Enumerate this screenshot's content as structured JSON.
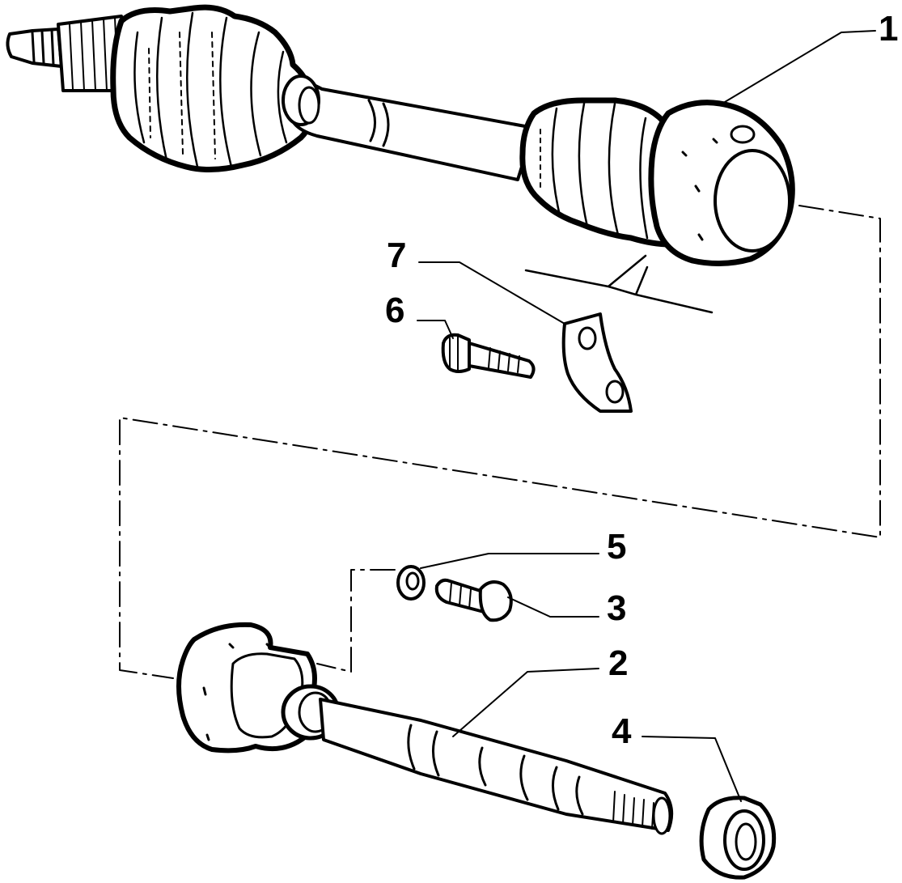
{
  "diagram": {
    "colors": {
      "ink": "#000000",
      "paper": "#ffffff"
    },
    "callouts": [
      {
        "number": "1",
        "part": "drive-shaft-assembly"
      },
      {
        "number": "2",
        "part": "intermediate-shaft"
      },
      {
        "number": "3",
        "part": "bolt"
      },
      {
        "number": "4",
        "part": "seal-ring"
      },
      {
        "number": "5",
        "part": "washer"
      },
      {
        "number": "6",
        "part": "bolt"
      },
      {
        "number": "7",
        "part": "plate"
      }
    ]
  }
}
